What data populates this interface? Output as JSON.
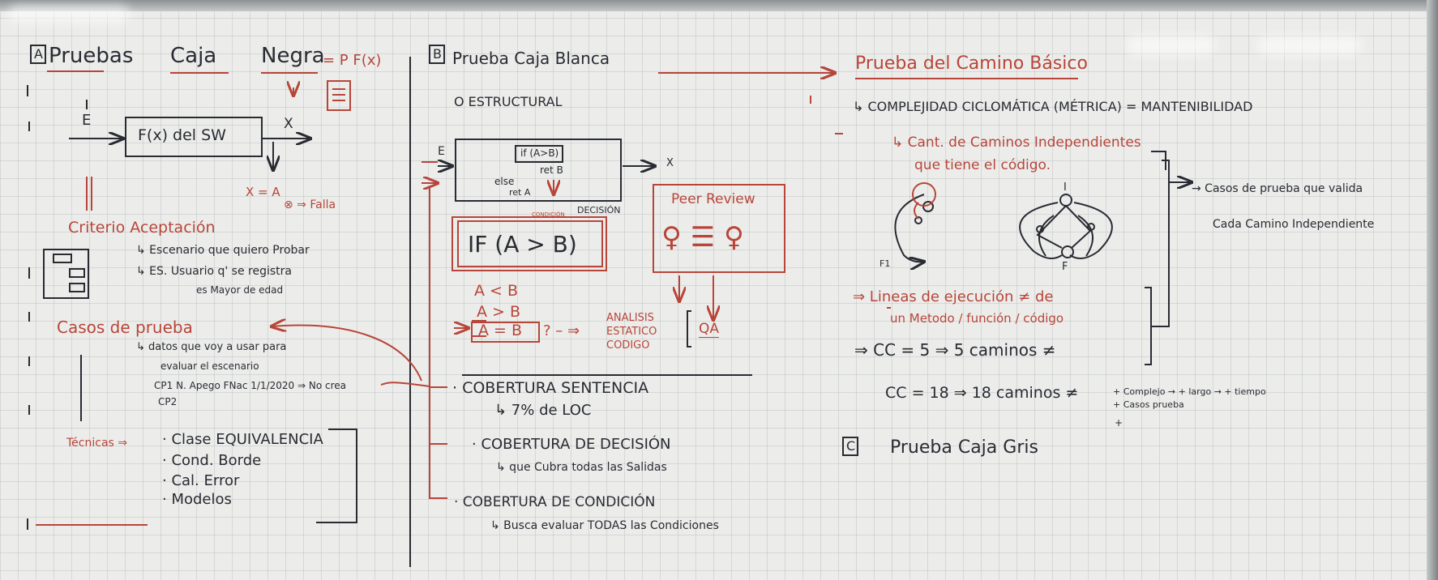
{
  "colors": {
    "board": "#ecedea",
    "black_marker": "#2a2a33",
    "red_marker": "#b8453a",
    "grid": "#a0aab4"
  },
  "section_a": {
    "marker": "A",
    "title_1": "Pruebas",
    "title_2": "Caja",
    "title_3": "Negra",
    "formula": "= P F(x)",
    "diagram": {
      "input": "E",
      "function_box": "F(x) del SW",
      "output": "X",
      "result": "X = A",
      "fail": "⊗ ⇒ Falla"
    },
    "criteria_title": "Criterio Aceptación",
    "criteria_lines": [
      "↳ Escenario que quiero Probar",
      "↳ ES. Usuario q' se registra",
      "es Mayor de edad"
    ],
    "cases_title": "Casos de prueba",
    "cases_lines": [
      "↳ datos que voy a usar para",
      "evaluar el escenario",
      "CP1  N. Apego  FNac  1/1/2020  ⇒ No crea",
      "CP2"
    ],
    "techniques_label": "Técnicas ⇒",
    "techniques": [
      "· Clase EQUIVALENCIA",
      "· Cond. Borde",
      "· Cal. Error",
      "· Modelos"
    ]
  },
  "section_b": {
    "marker": "B",
    "title": "Prueba Caja Blanca",
    "subtitle": "O ESTRUCTURAL",
    "code_box": {
      "input": "E",
      "line_if": "if (A>B)",
      "line_ret_b": "ret B",
      "line_else": "else",
      "line_ret_a": "ret A",
      "output": "X",
      "decision": "DECISIÓN"
    },
    "condition_label": "CONDICIÓN",
    "if_statement": "IF (A > B)",
    "peer_review": "Peer Review",
    "comparisons": [
      "A < B",
      "A > B",
      "A = B"
    ],
    "static_analysis": [
      "ANALISIS",
      "ESTATICO",
      "CODIGO"
    ],
    "qa": "QA",
    "cov_sentence": "· COBERTURA SENTENCIA",
    "cov_sentence_sub": "↳ 7% de LOC",
    "cov_decision": "· COBERTURA DE DECISIÓN",
    "cov_decision_sub": "↳ que Cubra todas las Salidas",
    "cov_condition": "· COBERTURA DE CONDICIÓN",
    "cov_condition_sub": "↳ Busca evaluar TODAS las Condiciones"
  },
  "section_basic_path": {
    "title": "Prueba del Camino Básico",
    "complexity": "↳ COMPLEJIDAD CICLOMÁTICA (MÉTRICA) = MANTENIBILIDAD",
    "paths_1": "↳ Cant. de Caminos Independientes",
    "paths_2": "que tiene el código.",
    "graph_labels": {
      "init": "I",
      "final": "F",
      "left_label": "F1"
    },
    "result_1": "→ Casos de prueba que valida",
    "result_2": "Cada Camino Independiente",
    "lines_exec_1": "⇒ Lineas de ejecución ≠ de",
    "lines_exec_2": "un Metodo / función / código",
    "cc5": "⇒ CC = 5  ⇒ 5 caminos ≠",
    "cc18": "CC = 18  ⇒ 18  caminos ≠",
    "notes": [
      "+ Complejo → + largo → + tiempo",
      "+ Casos prueba",
      "+"
    ]
  },
  "section_c": {
    "marker": "C",
    "title": "Prueba Caja Gris"
  }
}
